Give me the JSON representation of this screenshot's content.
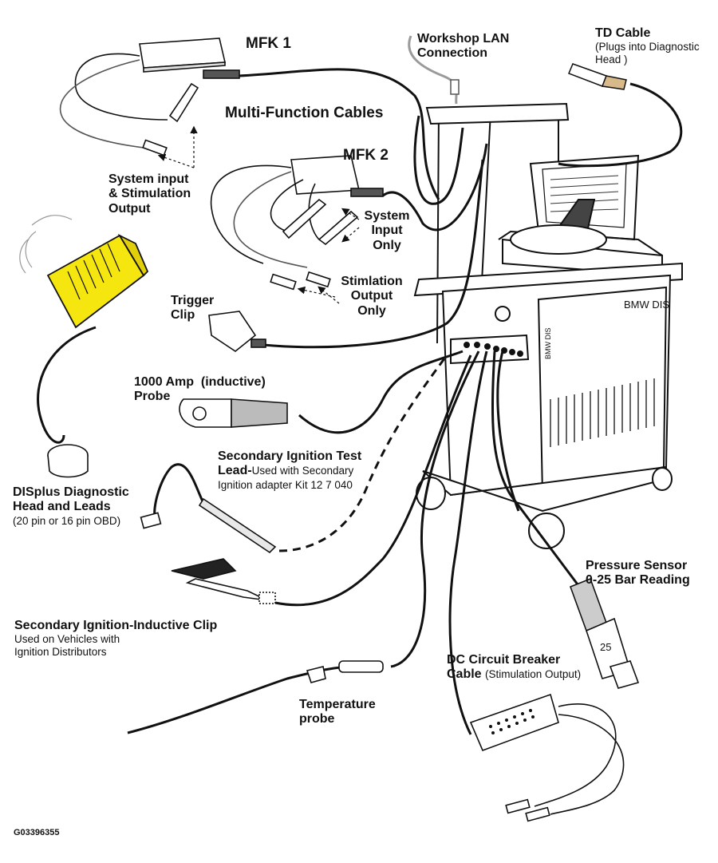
{
  "labels": {
    "mfk1": "MFK 1",
    "multi_function_cables": "Multi-Function Cables",
    "mfk2": "MFK 2",
    "workshop_lan": [
      "Workshop LAN",
      "Connection"
    ],
    "td_cable": {
      "title": "TD Cable",
      "note": [
        "(Plugs into Diagnostic",
        "Head )"
      ]
    },
    "system_input_stim": [
      "System input",
      "& Stimulation",
      "Output"
    ],
    "system_input_only": [
      "System",
      "Input",
      "Only"
    ],
    "stim_output_only": [
      "Stimlation",
      "Output",
      "Only"
    ],
    "trigger_clip": [
      "Trigger",
      "Clip"
    ],
    "amp_probe": [
      "1000 Amp  (inductive)",
      "Probe"
    ],
    "secondary_ignition_test": {
      "title": "Secondary Ignition Test",
      "title2": "Lead-",
      "note": [
        "Used with Secondary",
        "Ignition adapter Kit 12 7 040"
      ]
    },
    "displus": {
      "title": [
        "DISplus Diagnostic",
        "Head and Leads"
      ],
      "note": "(20 pin or 16 pin OBD)"
    },
    "secondary_ignition_inductive": {
      "title": "Secondary Ignition-Inductive Clip",
      "note": [
        "Used on Vehicles with",
        "Ignition Distributors"
      ]
    },
    "pressure_sensor": [
      "Pressure Sensor",
      "0-25 Bar Reading"
    ],
    "dc_breaker": {
      "title": "DC Circuit Breaker",
      "title2": "Cable",
      "note": "(Stimulation Output)"
    },
    "temperature_probe": [
      "Temperature",
      "probe"
    ],
    "figure_code": "G03396355"
  },
  "device_text": {
    "bmw_dis_top": "BMW DIS",
    "bmw_dis_side": "BMW DIS",
    "pressure_value": "25"
  },
  "colors": {
    "diagnostic_head": "#f5e60f",
    "line": "#111111",
    "cart_fill": "#ffffff",
    "lan_cable": "#9a9a9a",
    "td_plug": "#d8b98a"
  }
}
